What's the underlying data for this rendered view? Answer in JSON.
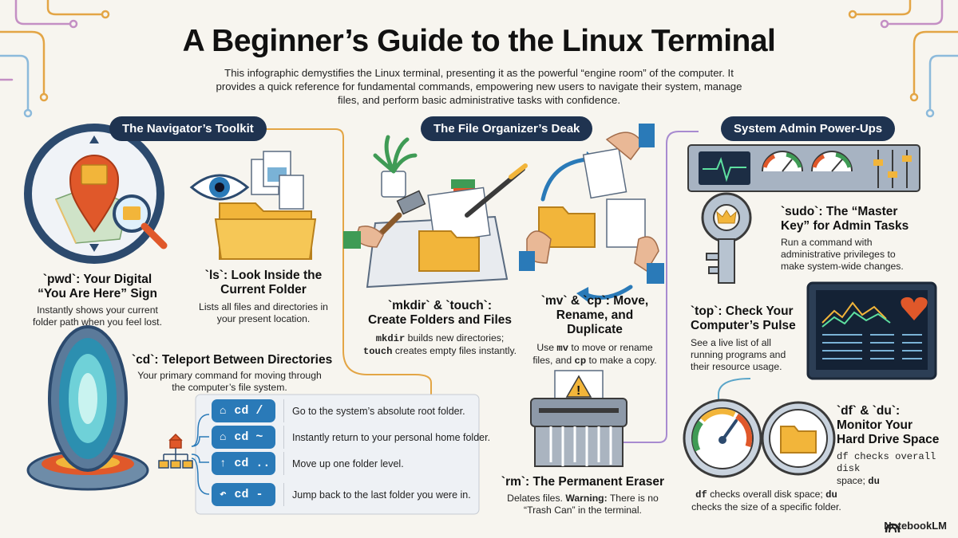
{
  "title": "A Beginner’s Guide to the Linux Terminal",
  "intro": "This infographic demystifies the Linux terminal, presenting it as the powerful “engine room” of the computer. It provides a quick reference for fundamental commands, empowering new users to navigate their system, manage files, and perform basic administrative tasks with confidence.",
  "sections": {
    "navigator": "The Navigator’s Toolkit",
    "organizer": "The File Organizer’s Deak",
    "admin": "System Admin Power-Ups"
  },
  "pwd": {
    "title_line1": "`pwd`: Your Digital",
    "title_line2": "“You Are Here” Sign",
    "desc_line1": "Instantly shows your current",
    "desc_line2": "folder path when you feel lost."
  },
  "ls": {
    "title_line1": "`ls`: Look Inside the",
    "title_line2": "Current Folder",
    "desc_line1": "Lists all files and directories in",
    "desc_line2": "your present location."
  },
  "cd": {
    "title": "`cd`: Teleport Between Directories",
    "desc_line1": "Your primary command for moving through",
    "desc_line2": "the computer’s file system.",
    "rows": [
      {
        "icon": "⌂",
        "cmd": "cd /",
        "desc": "Go to the system’s absolute root folder."
      },
      {
        "icon": "⌂",
        "cmd": "cd ~",
        "desc": "Instantly return to your personal home folder."
      },
      {
        "icon": "↑",
        "cmd": "cd ..",
        "desc": "Move up one folder level."
      },
      {
        "icon": "↶",
        "cmd": "cd -",
        "desc": "Jump back to the last folder you were in."
      }
    ]
  },
  "mkdir": {
    "title_line1": "`mkdir` & `touch`:",
    "title_line2": "Create Folders and Files",
    "desc_l1_code": "mkdir",
    "desc_l1_text": " builds new directories;",
    "desc_l2_code": "touch",
    "desc_l2_text": " creates empty files instantly."
  },
  "mv": {
    "title_line1": "`mv` & `cp`: Move,",
    "title_line2": "Rename, and",
    "title_line3": "Duplicate",
    "desc_l1_a": "Use ",
    "desc_l1_code": "mv",
    "desc_l1_b": " to move or rename",
    "desc_l2_a": "files, and ",
    "desc_l2_code": "cp",
    "desc_l2_b": " to make a copy."
  },
  "rm": {
    "title": "`rm`: The Permanent Eraser",
    "desc_l1_a": "Delates files. ",
    "desc_l1_bold": "Warning:",
    "desc_l1_b": " There is no",
    "desc_l2": "“Trash Can” in the terminal."
  },
  "sudo": {
    "title_line1": "`sudo`: The “Master",
    "title_line2": "Key” for Admin Tasks",
    "desc_line1": "Run a command with",
    "desc_line2": "administrative privileges to",
    "desc_line3": "make system-wide changes."
  },
  "top": {
    "title_line1": "`top`: Check Your",
    "title_line2": "Computer’s Pulse",
    "desc_line1": "See a live list of all",
    "desc_line2": "running programs and",
    "desc_line3": "their resource usage."
  },
  "df": {
    "title_line1": "`df` & `du`:",
    "title_line2": "Monitor Your",
    "title_line3": "Hard Drive Space",
    "side_l1": "df checks overall disk",
    "side_l2_a": "space; ",
    "side_l2_code": "du",
    "bottom_l1_code1": "df",
    "bottom_l1_text": " checks overall disk space; ",
    "bottom_l1_code2": "du",
    "bottom_l2": "checks the size of a specific folder."
  },
  "brand": "NotebookLM",
  "colors": {
    "pill": "#1f3350",
    "cd_button": "#2a7ab8",
    "folder": "#f2b53a",
    "pin": "#e0582a"
  }
}
